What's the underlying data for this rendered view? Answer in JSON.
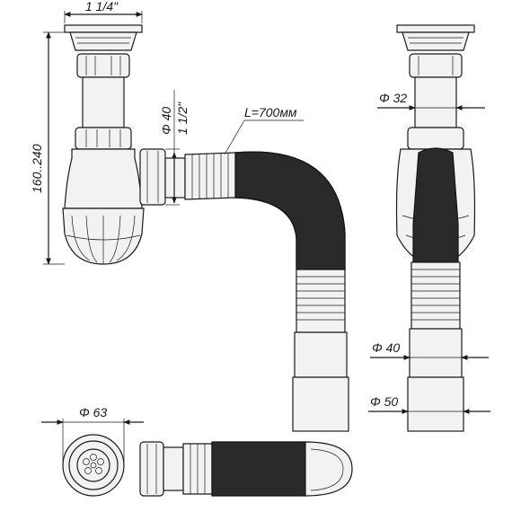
{
  "labels": {
    "outlet_thread": "1 1/4\"",
    "height_range": "160..240",
    "inlet_diameter": "Φ 40",
    "inlet_thread": "1 1/2\"",
    "hose_length": "L=700мм",
    "right_top_diameter": "Φ 32",
    "right_mid_diameter": "Φ 40",
    "right_bottom_diameter": "Φ 50",
    "plan_diameter": "Φ 63"
  },
  "colors": {
    "line": "#1a1a1a",
    "part_fill": "#f2f2f2",
    "hose_fill": "#2a2a2a"
  }
}
